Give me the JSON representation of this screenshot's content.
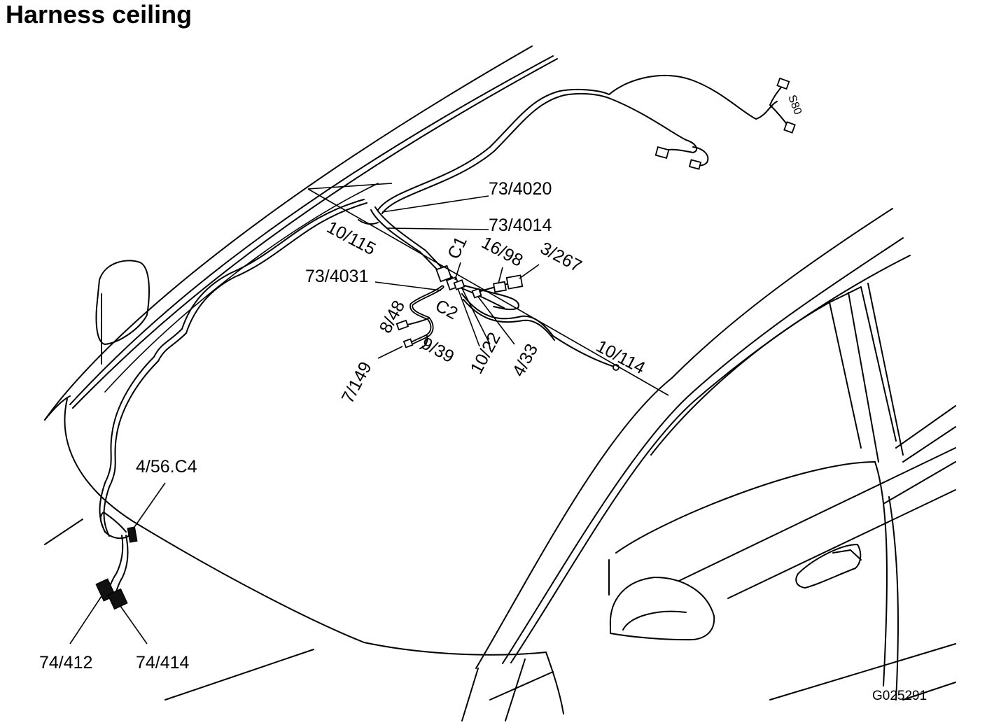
{
  "title": "Harness ceiling",
  "labels": {
    "l73_4020": "73/4020",
    "l73_4014": "73/4014",
    "l10_115": "10/115",
    "l73_4031": "73/4031",
    "lC1": "C1",
    "lC2": "C2",
    "l16_98": "16/98",
    "l3_267": "3/267",
    "l8_48": "8/48",
    "l9_39": "9/39",
    "l7_149": "7/149",
    "l10_22": "10/22",
    "l4_33": "4/33",
    "l10_114": "10/114",
    "l4_56_C4": "4/56.C4",
    "l74_412": "74/412",
    "l74_414": "74/414",
    "lS80": "S80"
  },
  "figure_id": "G025291"
}
